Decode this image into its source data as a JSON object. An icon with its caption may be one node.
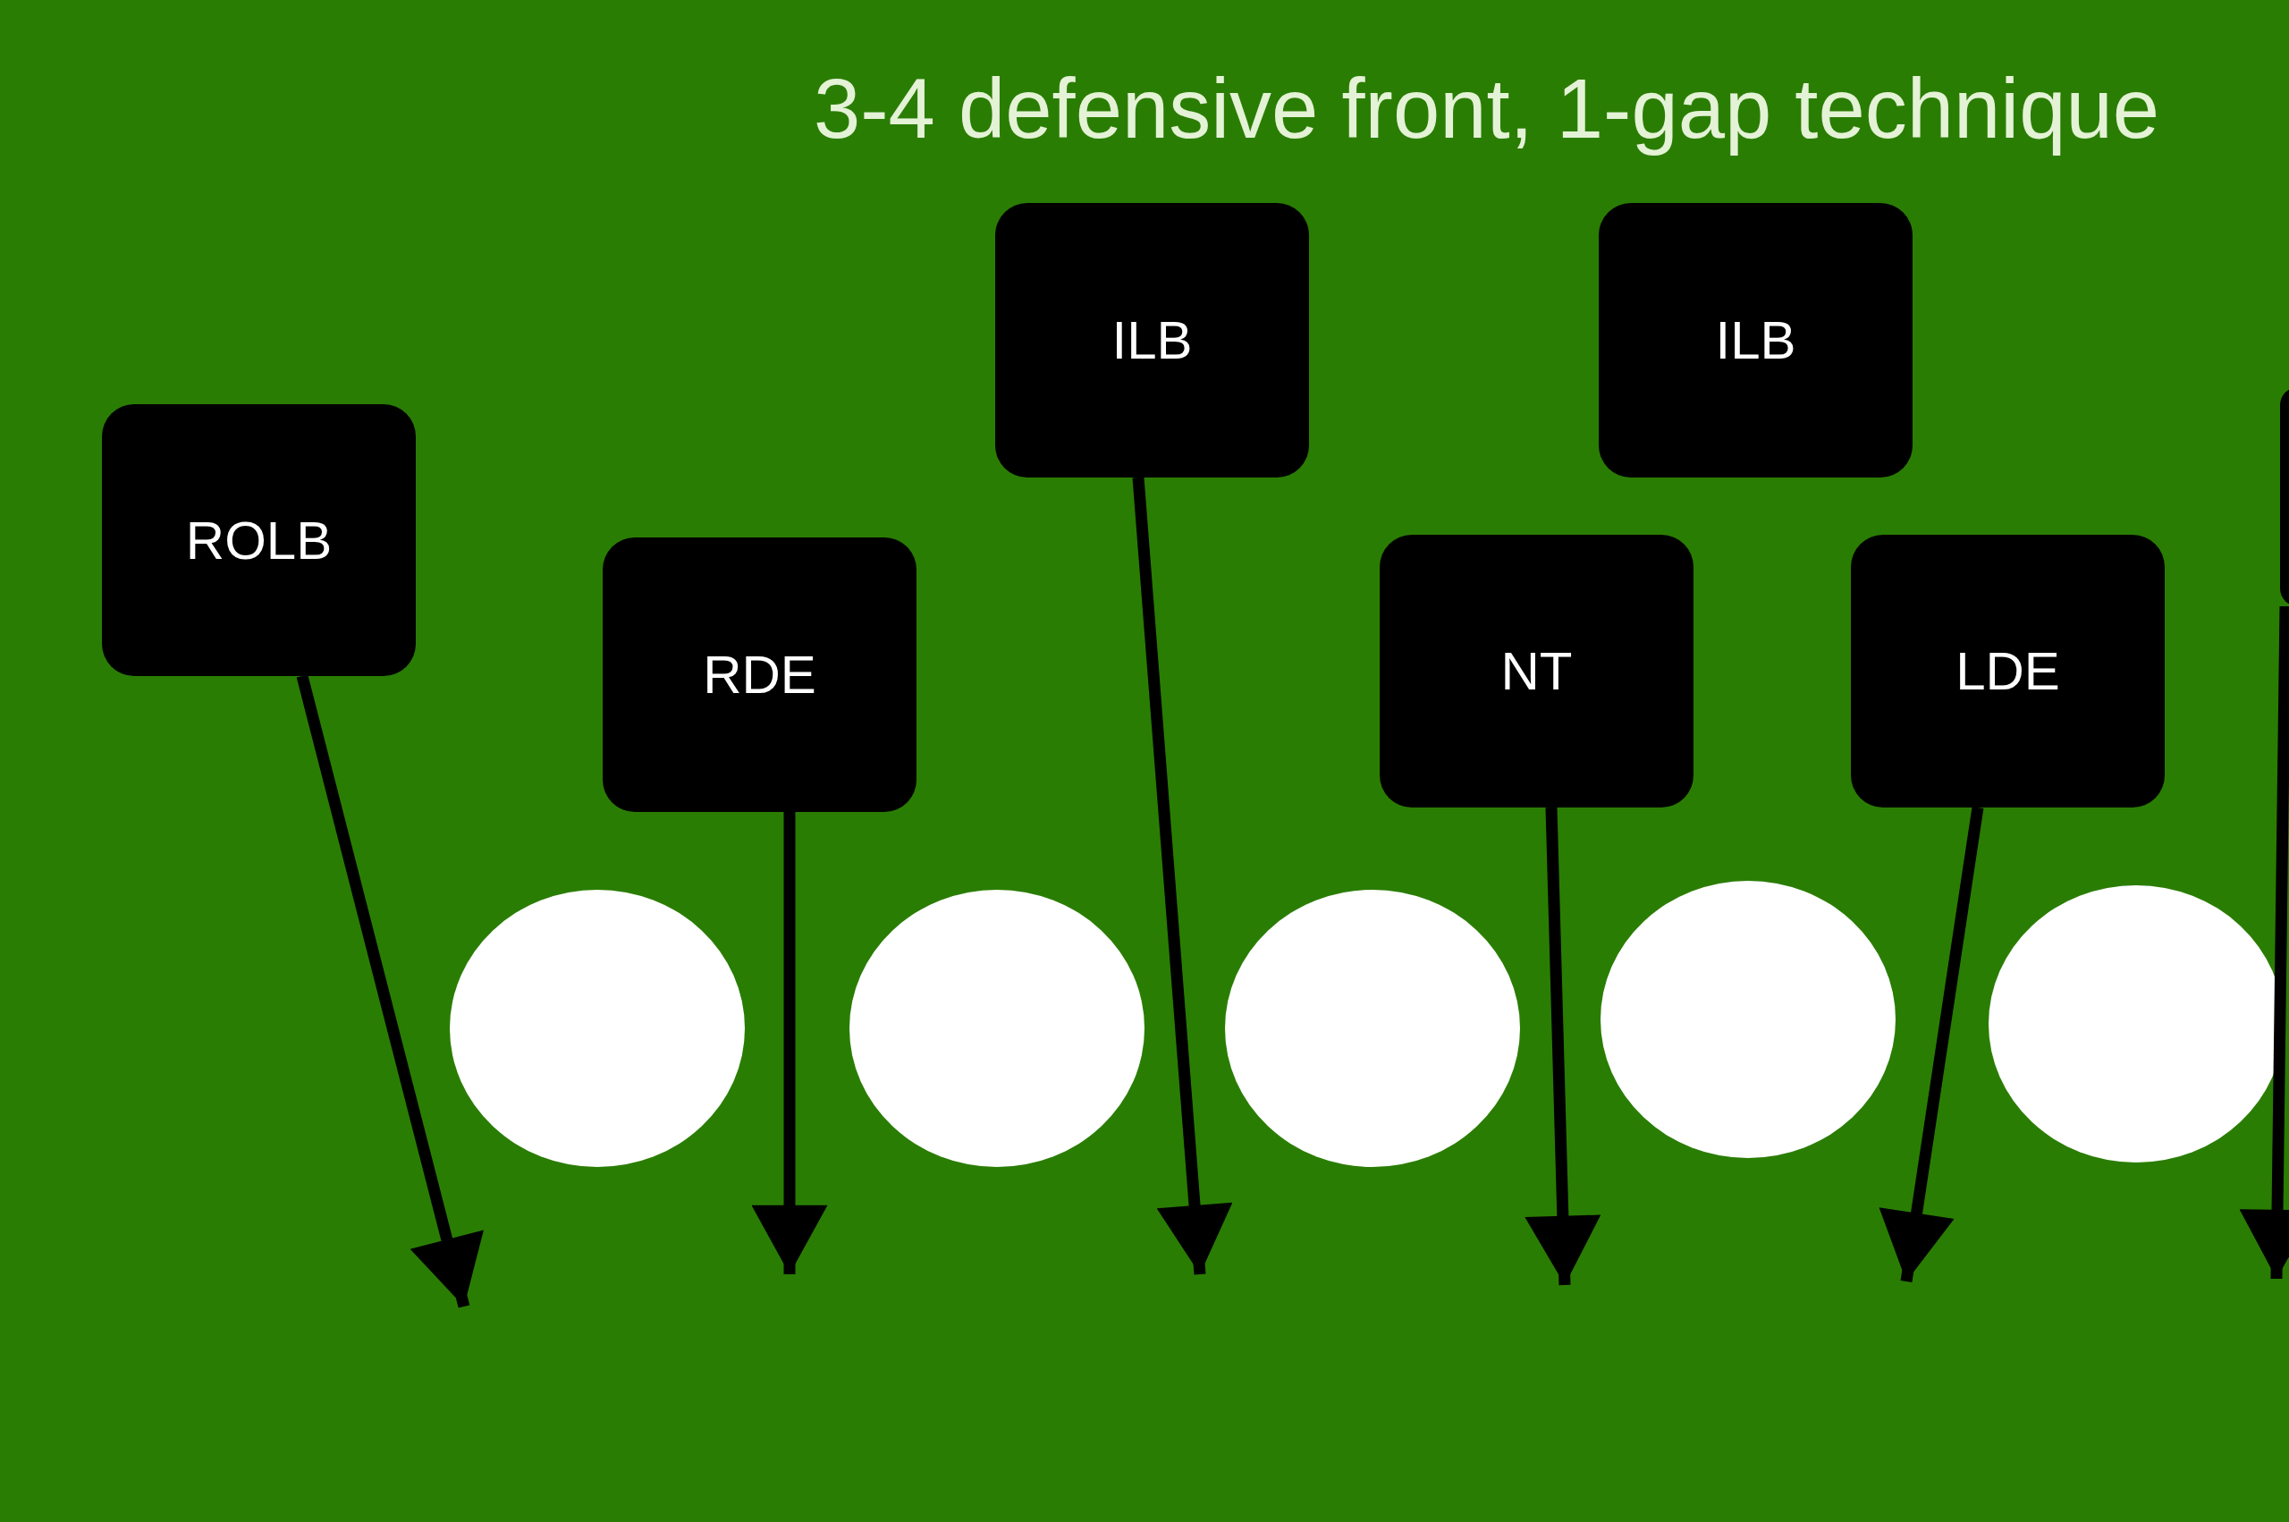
{
  "diagram": {
    "title": "3-4 defensive front, 1-gap technique",
    "nodes": [
      {
        "text": [
          "ROLB"
        ]
      },
      {
        "text": [
          "RDE"
        ]
      },
      {
        "text": [
          "ILB"
        ]
      },
      {
        "text": [
          "ILB"
        ]
      },
      {
        "text": [
          "NT"
        ]
      },
      {
        "text": [
          "LDE"
        ]
      },
      {
        "text": [],
        "shape": "box"
      },
      {
        "text": [],
        "shape": "circle"
      },
      {
        "text": [],
        "shape": "circle"
      },
      {
        "text": [],
        "shape": "circle"
      },
      {
        "text": [],
        "shape": "circle"
      },
      {
        "text": [],
        "shape": "circle"
      }
    ],
    "edges": [
      {
        "from": 0,
        "to": null,
        "arrow": "to"
      },
      {
        "from": 1,
        "to": null,
        "arrow": "to"
      },
      {
        "from": 2,
        "to": null,
        "arrow": "to"
      },
      {
        "from": 4,
        "to": null,
        "arrow": "to"
      },
      {
        "from": 5,
        "to": null,
        "arrow": "to"
      },
      {
        "from": 6,
        "to": null,
        "arrow": "to"
      }
    ]
  }
}
